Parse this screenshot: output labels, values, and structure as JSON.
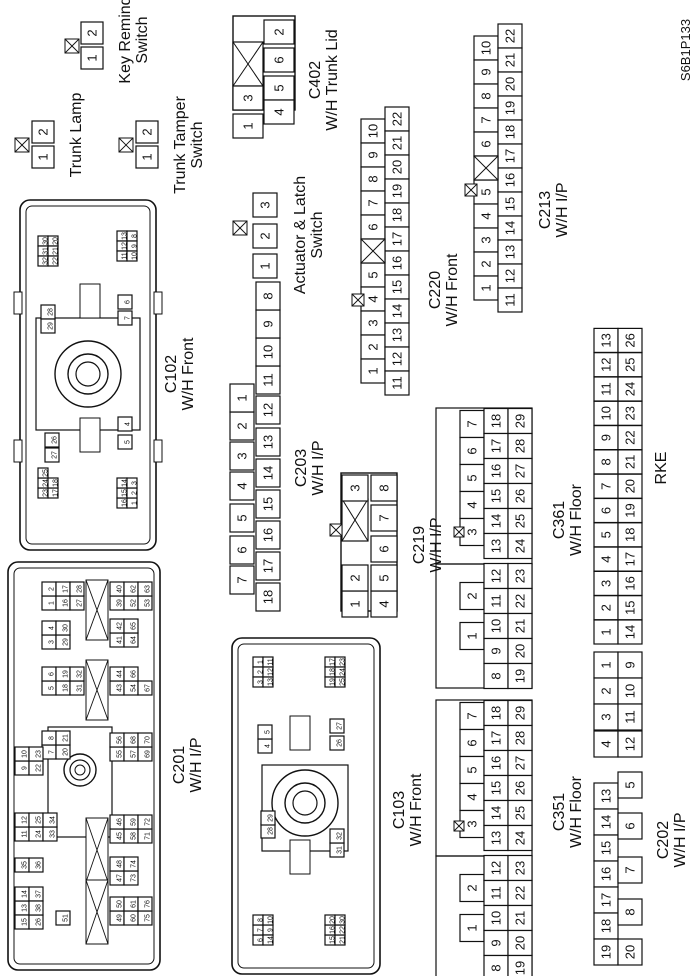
{
  "diagram_code": "S6B1P133",
  "connectors": {
    "key_remind_switch": {
      "title": "Key Remind\nSwitch",
      "pins": [
        "2",
        "1"
      ]
    },
    "trunk_lamp": {
      "title": "Trunk Lamp",
      "pins": [
        "2",
        "1"
      ]
    },
    "trunk_tamper_switch": {
      "title": "Trunk Tamper\nSwitch",
      "pins": [
        "2",
        "1"
      ]
    },
    "c402": {
      "title": "C402\nW/H Trunk Lid",
      "pins": [
        "2",
        "6",
        "5",
        "4",
        "3",
        "1"
      ]
    },
    "c213": {
      "title": "C213\nW/H I/P",
      "pins": [
        "10",
        "9",
        "8",
        "7",
        "6",
        "5",
        "4",
        "3",
        "2",
        "1",
        "22",
        "21",
        "20",
        "19",
        "18",
        "17",
        "16",
        "15",
        "14",
        "13",
        "12",
        "11"
      ]
    },
    "actuator_latch_switch": {
      "title": "Actuator & Latch\nSwitch",
      "pins": [
        "3",
        "2",
        "1"
      ]
    },
    "c220": {
      "title": "C220\nW/H Front",
      "pins": [
        "10",
        "9",
        "8",
        "7",
        "6",
        "5",
        "4",
        "3",
        "2",
        "1",
        "22",
        "21",
        "20",
        "19",
        "18",
        "17",
        "16",
        "15",
        "14",
        "13",
        "12",
        "11"
      ]
    },
    "c102": {
      "title": "C102\nW/H Front",
      "pins": [
        "30",
        "31",
        "32",
        "20",
        "21",
        "22",
        "13",
        "12",
        "11",
        "8",
        "9",
        "10",
        "28",
        "29",
        "6",
        "7",
        "26",
        "27",
        "4",
        "5",
        "23",
        "24",
        "25",
        "17",
        "18",
        "16",
        "15",
        "14",
        "1",
        "2",
        "3",
        "19"
      ]
    },
    "c203": {
      "title": "C203\nW/H I/P",
      "pins": [
        "7",
        "6",
        "5",
        "4",
        "3",
        "2",
        "1",
        "18",
        "17",
        "16",
        "15",
        "14",
        "13",
        "12",
        "11",
        "10",
        "9",
        "8"
      ]
    },
    "c219": {
      "title": "C219\nW/H I/P",
      "pins": [
        "1",
        "2",
        "3",
        "4",
        "5",
        "6",
        "7",
        "8"
      ]
    },
    "c361": {
      "title": "C361\nW/H Floor",
      "pins": [
        "7",
        "6",
        "5",
        "4",
        "3",
        "18",
        "17",
        "16",
        "15",
        "14",
        "13",
        "29",
        "28",
        "27",
        "26",
        "25",
        "24",
        "2",
        "1",
        "12",
        "11",
        "10",
        "9",
        "8",
        "23",
        "22",
        "21",
        "20",
        "19"
      ]
    },
    "rke": {
      "title": "RKE",
      "pins": [
        "1",
        "2",
        "3",
        "4",
        "5",
        "6",
        "7",
        "8",
        "9",
        "10",
        "11",
        "12",
        "13",
        "14",
        "15",
        "16",
        "17",
        "18",
        "19",
        "20",
        "21",
        "22",
        "23",
        "24",
        "25",
        "26"
      ]
    },
    "c201": {
      "title": "C201\nW/H I/P",
      "pins": [
        "1",
        "2",
        "16",
        "17",
        "27",
        "28",
        "3",
        "4",
        "29",
        "30",
        "5",
        "6",
        "18",
        "19",
        "31",
        "32",
        "7",
        "8",
        "20",
        "21",
        "9",
        "10",
        "22",
        "23",
        "11",
        "12",
        "24",
        "25",
        "33",
        "34",
        "35",
        "36",
        "13",
        "14",
        "15",
        "26",
        "37",
        "38",
        "39",
        "40",
        "52",
        "62",
        "53",
        "63",
        "41",
        "42",
        "64",
        "65",
        "43",
        "44",
        "54",
        "66",
        "67",
        "55",
        "56",
        "57",
        "68",
        "69",
        "70",
        "45",
        "46",
        "58",
        "59",
        "71",
        "72",
        "47",
        "48",
        "73",
        "74",
        "49",
        "50",
        "60",
        "61",
        "75",
        "76",
        "51"
      ]
    },
    "c103": {
      "title": "C103\nW/H Front",
      "pins": [
        "1",
        "2",
        "3",
        "11",
        "12",
        "13",
        "17",
        "18",
        "19",
        "23",
        "24",
        "25",
        "4",
        "5",
        "26",
        "27",
        "28",
        "29",
        "6",
        "7",
        "8",
        "9",
        "10",
        "14",
        "15",
        "16",
        "20",
        "21",
        "22",
        "30",
        "31",
        "32"
      ]
    },
    "c351": {
      "title": "C351\nW/H Floor",
      "pins": [
        "7",
        "6",
        "5",
        "4",
        "3",
        "18",
        "17",
        "16",
        "15",
        "14",
        "13",
        "29",
        "28",
        "27",
        "26",
        "25",
        "24",
        "2",
        "1",
        "12",
        "11",
        "10",
        "9",
        "8",
        "23",
        "22",
        "21",
        "20",
        "19"
      ]
    },
    "c202": {
      "title": "C202\nW/H I/P",
      "pins": [
        "1",
        "2",
        "3",
        "4",
        "5",
        "6",
        "7",
        "8",
        "9",
        "10",
        "11",
        "12",
        "13",
        "14",
        "15",
        "16",
        "17",
        "18",
        "19",
        "20"
      ]
    }
  }
}
